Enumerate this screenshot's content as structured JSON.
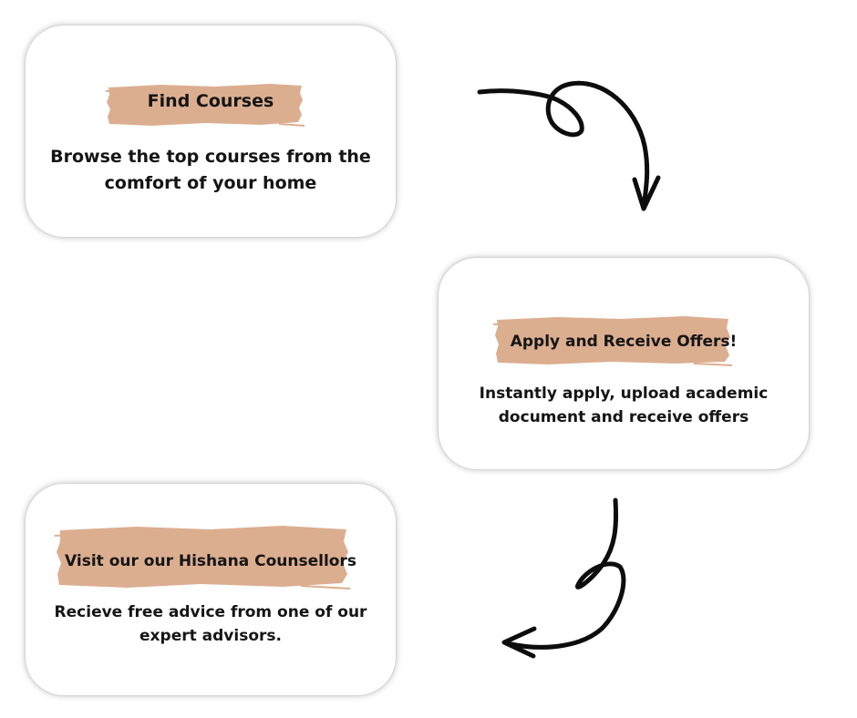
{
  "steps": [
    {
      "title": "Find Courses",
      "description": "Browse the top courses from the comfort of your home"
    },
    {
      "title": "Apply and Receive Offers!",
      "description": "Instantly apply, upload academic document and receive offers"
    },
    {
      "title": "Visit our our Hishana Counsellors",
      "description": "Recieve free advice from one of our expert advisors."
    }
  ],
  "colors": {
    "card_background": "#ffffff",
    "brush_highlight": "#dcae90",
    "text": "#151515",
    "arrow": "#0d0d0d"
  },
  "icons": [
    "loop-arrow-icon",
    "loop-arrow-icon",
    "brush-stroke-highlight"
  ]
}
